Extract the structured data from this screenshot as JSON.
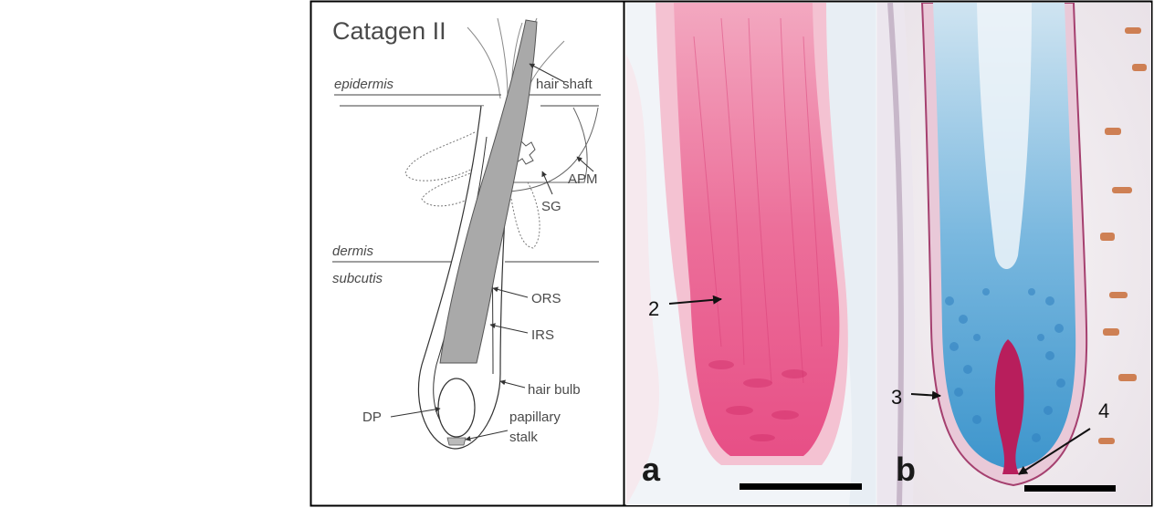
{
  "diagram": {
    "title": "Catagen II",
    "layers": {
      "epidermis": "epidermis",
      "dermis": "dermis",
      "subcutis": "subcutis"
    },
    "labels": {
      "hair_shaft": "hair shaft",
      "apm": "APM",
      "sg": "SG",
      "ors": "ORS",
      "irs": "IRS",
      "hair_bulb": "hair bulb",
      "dp": "DP",
      "papillary_line1": "papillary",
      "papillary_line2": "stalk"
    }
  },
  "micrographs": {
    "panel_a": {
      "letter": "a",
      "marker_2": "2"
    },
    "panel_b": {
      "letter": "b",
      "marker_3": "3",
      "marker_4": "4"
    }
  },
  "colors": {
    "he_pink": "#e63c7a",
    "nuclei_blue": "#4a9ed0",
    "papilla_magenta": "#b81e5c",
    "border": "#000000"
  }
}
